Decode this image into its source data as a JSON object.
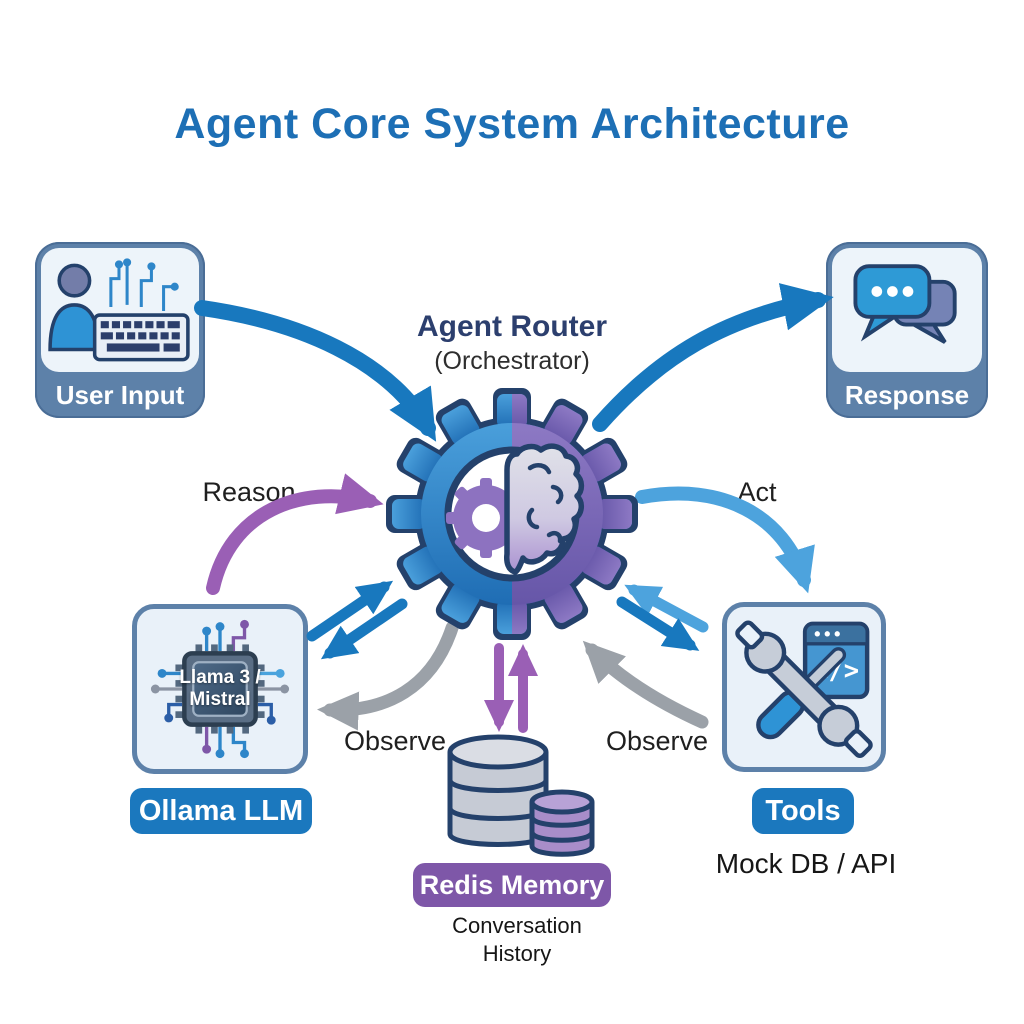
{
  "title": "Agent Core System Architecture",
  "nodes": {
    "user_input": {
      "label": "User Input",
      "icon": "user-keyboard-icon"
    },
    "response": {
      "label": "Response",
      "icon": "chat-bubbles-icon"
    },
    "router": {
      "title": "Agent Router",
      "subtitle": "(Orchestrator)",
      "icon": "gear-brain-icon"
    },
    "llm": {
      "chip_label": "Llama 3 /\nMistral",
      "label": "Ollama LLM",
      "icon": "chip-circuit-icon"
    },
    "memory": {
      "label": "Redis Memory",
      "sublabel": "Conversation History",
      "icon": "database-icon"
    },
    "tools": {
      "label": "Tools",
      "sublabel": "Mock DB / API",
      "window_code": "</>",
      "icon": "wrench-screwdriver-code-icon"
    }
  },
  "edges": {
    "reason": "Reason",
    "act": "Act",
    "observe_left": "Observe",
    "observe_right": "Observe"
  },
  "colors": {
    "title_blue": "#1d6fb5",
    "node_frame": "#5d81a9",
    "node_bg": "#e9f1f9",
    "label_pill_blue": "#1b78be",
    "label_pill_purple": "#7e57a8",
    "arrow_blue": "#1878be",
    "arrow_light_blue": "#4da3dd",
    "arrow_purple": "#9a5fb5",
    "arrow_gray": "#9ba1a8",
    "gear_blue": "#2f87ca",
    "gear_purple": "#7f6cba",
    "outline_navy": "#24416b"
  }
}
